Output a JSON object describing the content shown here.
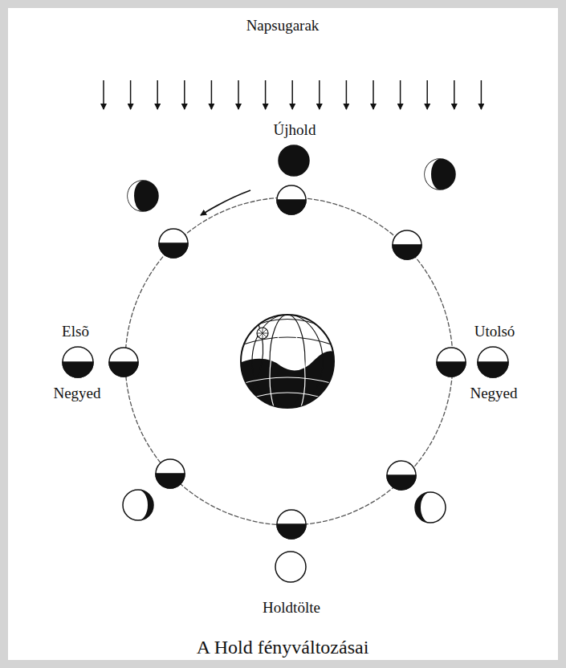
{
  "diagram": {
    "caption": "A Hold fényváltozásai",
    "labels": [
      "Napsugarak",
      "Újhold",
      "Elsõ",
      "Negyed",
      "Utolsó",
      "Negyed",
      "Holdtölte"
    ]
  }
}
